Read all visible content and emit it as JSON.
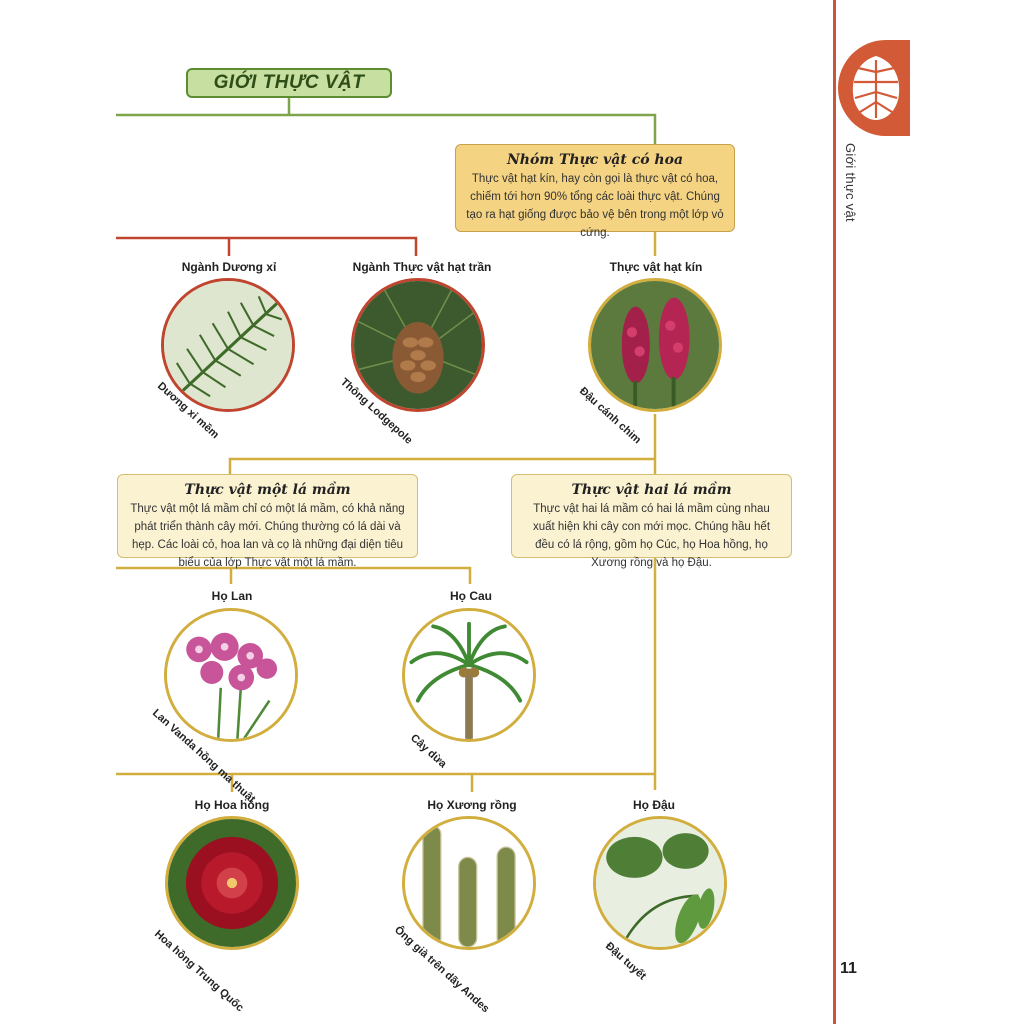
{
  "title": "GIỚI THỰC VẬT",
  "flowering": {
    "heading": "Nhóm Thực vật có hoa",
    "text": "Thực vật hạt kín, hay còn gọi là thực vật có hoa, chiếm tới hơn 90% tổng các loài thực vật. Chúng tạo ra hạt giống được bảo vệ bên trong một lớp vỏ cứng."
  },
  "divisions": [
    {
      "label": "Ngành Dương xỉ",
      "caption": "Dương xỉ mềm"
    },
    {
      "label": "Ngành Thực vật hạt trần",
      "caption": "Thông Lodgepole"
    },
    {
      "label": "Thực vật hạt kín",
      "caption": "Đậu cánh chim"
    }
  ],
  "monocot": {
    "heading": "Thực vật một lá mầm",
    "text": "Thực vật một lá mầm chỉ có một lá mầm, có khả năng phát triển thành cây mới. Chúng thường có lá dài và hẹp. Các loài cỏ, hoa lan và cọ là những đại diện tiêu biểu của lớp Thực vật một lá mầm."
  },
  "dicot": {
    "heading": "Thực vật hai lá mầm",
    "text": "Thực vật hai lá mầm có hai lá mầm cùng nhau xuất hiện khi cây con mới mọc. Chúng hầu hết đều có lá rộng, gồm họ Cúc, họ Hoa hồng, họ Xương rồng và họ Đậu."
  },
  "monocot_families": [
    {
      "label": "Họ Lan",
      "caption": "Lan Vanda hồng ma thuật"
    },
    {
      "label": "Họ Cau",
      "caption": "Cây dừa"
    }
  ],
  "dicot_families": [
    {
      "label": "Họ Hoa hồng",
      "caption": "Hoa hồng Trung Quốc"
    },
    {
      "label": "Họ Xương rồng",
      "caption": "Ông già trên dãy Andes"
    },
    {
      "label": "Họ Đậu",
      "caption": "Đậu tuyết"
    }
  ],
  "sidebar": {
    "title": "Giới thực vật",
    "badge_icon": "monstera-leaf-icon"
  },
  "page_number": "11",
  "colors": {
    "green": "#5d8d33",
    "red": "#c0452f",
    "gold": "#d2ae3e",
    "accent": "#d35a36"
  }
}
